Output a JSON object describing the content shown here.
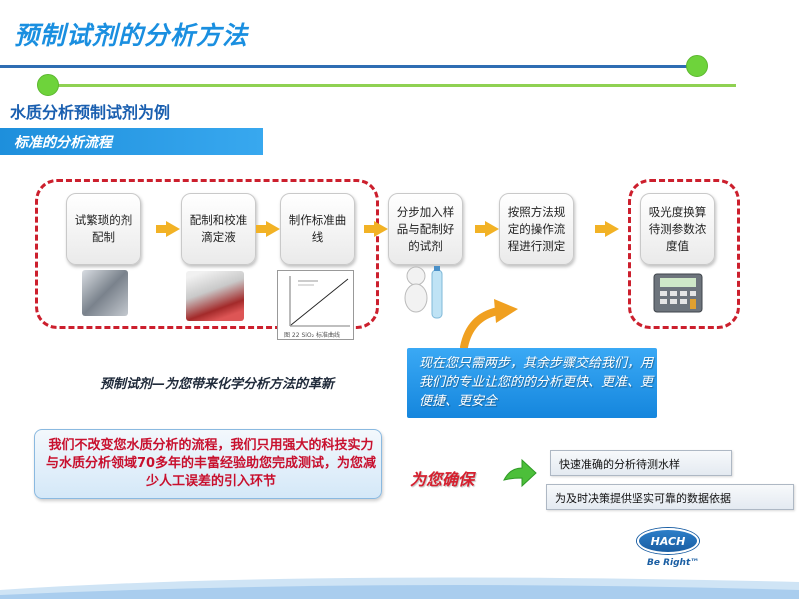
{
  "header": {
    "title": "预制试剂的分析方法",
    "subtitle": "水质分析预制试剂为例",
    "section": "标准的分析流程"
  },
  "steps": [
    {
      "label": "试繁琐的剂配制"
    },
    {
      "label": "配制和校准滴定液"
    },
    {
      "label": "制作标准曲线"
    },
    {
      "label": "分步加入样品与配制好的试剂"
    },
    {
      "label": "按照方法规定的操作流程进行测定"
    },
    {
      "label": "吸光度换算待测参数浓度值"
    }
  ],
  "curve_caption": "图 22  SiO₂ 标准曲线",
  "tagline": "预制试剂—为您带来化学分析方法的革新",
  "highlight": "现在您只需两步，其余步骤交给我们，用我们的专业让您的的分析更快、更准、更便捷、更安全",
  "message": "我们不改变您水质分析的流程，我们只用强大的科技实力与水质分析领域70多年的丰富经验助您完成测试，为您减少人工误差的引入环节",
  "guarantee": {
    "label": "为您确保",
    "items": [
      "快速准确的分析待测水样",
      "为及时决策提供坚实可靠的数据依据"
    ]
  },
  "logo": {
    "name": "HACH",
    "slogan": "Be Right™"
  },
  "colors": {
    "title_blue": "#1a8fe0",
    "accent_red": "#cc1f2d",
    "arrow_gold": "#f2b225",
    "green": "#6ed33b"
  }
}
